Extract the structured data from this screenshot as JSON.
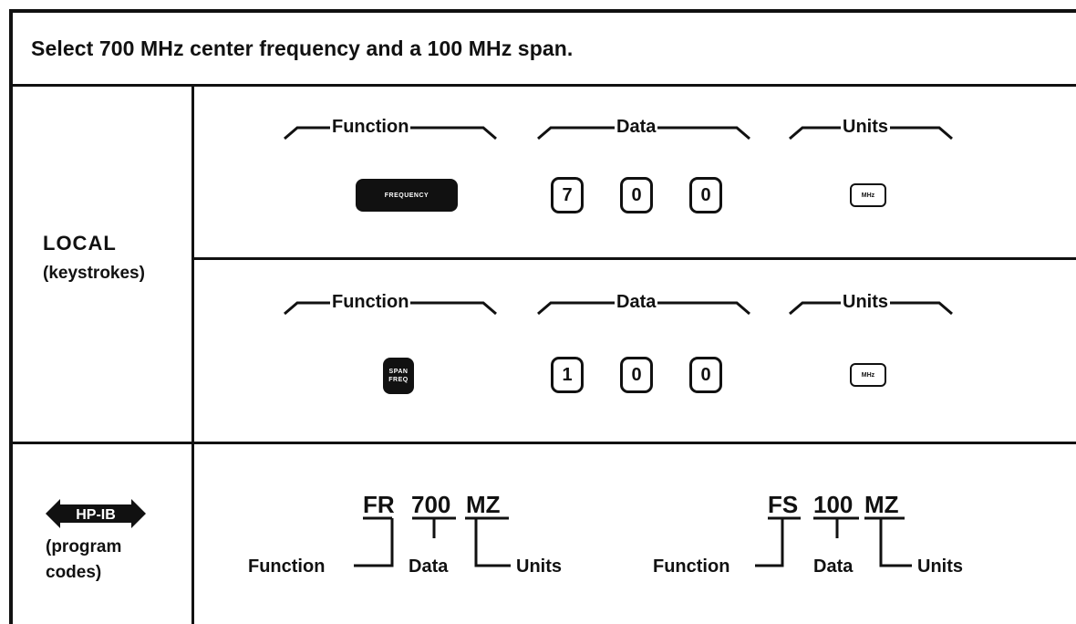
{
  "instruction": "Select 700 MHz center frequency and a 100 MHz span.",
  "local": {
    "title": "LOCAL",
    "subtitle": "(keystrokes)",
    "rows": [
      {
        "function_header": "Function",
        "data_header": "Data",
        "units_header": "Units",
        "function_key": "FREQUENCY",
        "digits": [
          "7",
          "0",
          "0"
        ],
        "units_key": "MHz"
      },
      {
        "function_header": "Function",
        "data_header": "Data",
        "units_header": "Units",
        "function_key_line1": "SPAN",
        "function_key_line2": "FREQ",
        "digits": [
          "1",
          "0",
          "0"
        ],
        "units_key": "MHz"
      }
    ]
  },
  "hpib": {
    "logo": "HP-IB",
    "subtitle": "(program codes)",
    "codes": [
      {
        "function_code": "FR",
        "data_code": "700",
        "units_code": "MZ",
        "function_label": "Function",
        "data_label": "Data",
        "units_label": "Units"
      },
      {
        "function_code": "FS",
        "data_code": "100",
        "units_code": "MZ",
        "function_label": "Function",
        "data_label": "Data",
        "units_label": "Units"
      }
    ]
  }
}
